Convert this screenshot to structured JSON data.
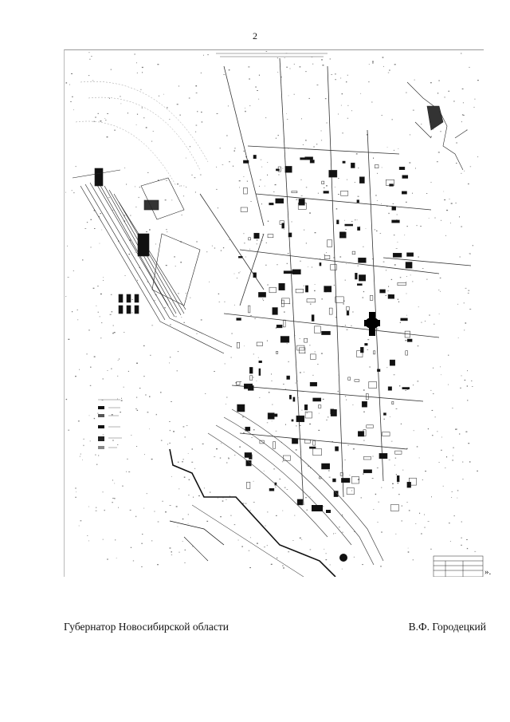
{
  "page": {
    "number": "2"
  },
  "map": {
    "icon": "city-master-plan-map"
  },
  "trailing_mark": "».",
  "signature": {
    "position": "Губернатор Новосибирской области",
    "name": "В.Ф. Городецкий"
  }
}
